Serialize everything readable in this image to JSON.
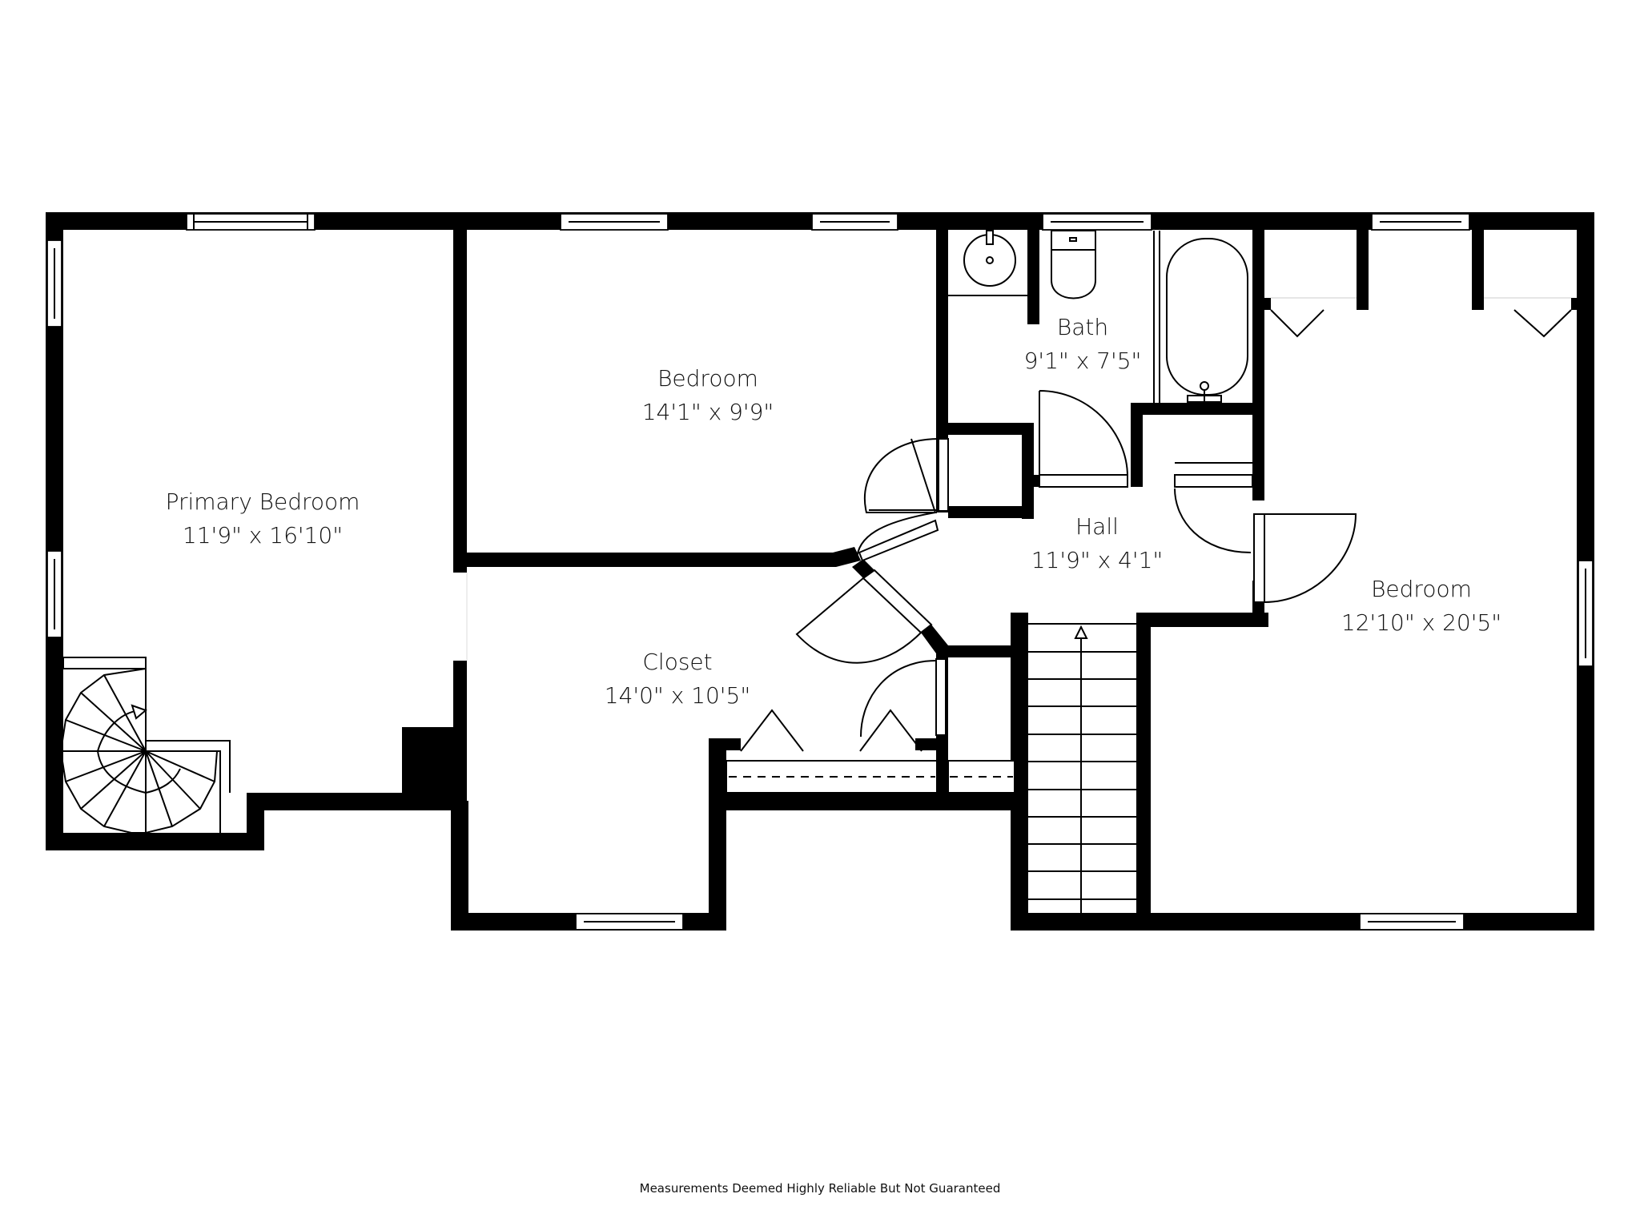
{
  "floor_plan": {
    "rooms": [
      {
        "id": "primary-bedroom",
        "name": "Primary Bedroom",
        "dimensions": "11'9\" x 16'10\""
      },
      {
        "id": "bedroom-front",
        "name": "Bedroom",
        "dimensions": "14'1\" x 9'9\""
      },
      {
        "id": "bath",
        "name": "Bath",
        "dimensions": "9'1\" x 7'5\""
      },
      {
        "id": "hall",
        "name": "Hall",
        "dimensions": "11'9\" x 4'1\""
      },
      {
        "id": "closet",
        "name": "Closet",
        "dimensions": "14'0\" x 10'5\""
      },
      {
        "id": "bedroom-right",
        "name": "Bedroom",
        "dimensions": "12'10\" x 20'5\""
      }
    ],
    "fixtures": [
      "sink",
      "toilet",
      "bathtub",
      "spiral-staircase",
      "straight-staircase"
    ],
    "colors": {
      "wall": "#000000",
      "background": "#ffffff",
      "text": "#111111"
    }
  },
  "footer": {
    "disclaimer": "Measurements Deemed Highly Reliable But Not Guaranteed"
  }
}
